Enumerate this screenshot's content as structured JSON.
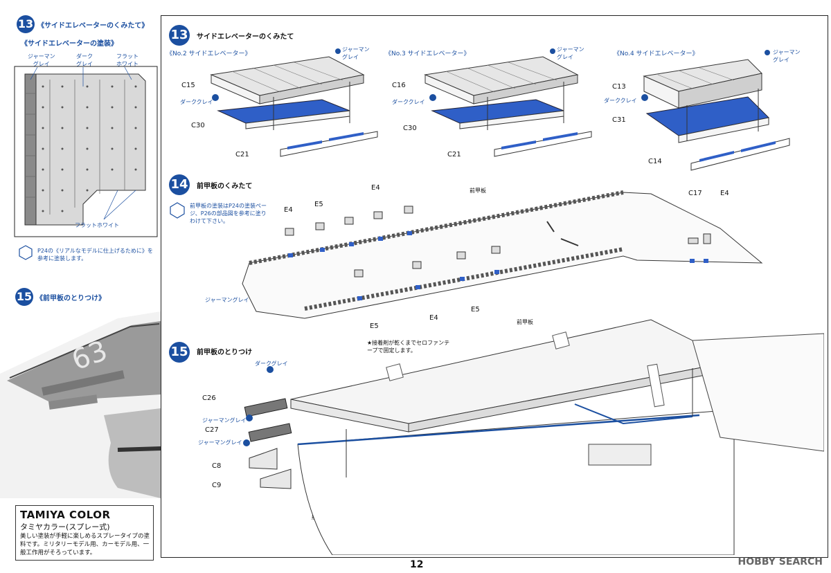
{
  "left_panel": {
    "step13": {
      "num": "13",
      "title": "《サイドエレベーターのくみたて》",
      "paint_title": "《サイドエレベーターの塗装》",
      "label_german_grey": "ジャーマン\nグレイ",
      "label_dark_grey": "ダーク\nグレイ",
      "label_flat_white": "フラット\nホワイト",
      "label_flat_white_bottom": "フラットホワイト",
      "ref_note": "P24の《リアルなモデルに仕上げるために》を参考に塗装します。"
    },
    "step15": {
      "num": "15",
      "title": "《前甲板のとりつけ》"
    }
  },
  "tamiya": {
    "brand": "TAMIYA COLOR",
    "subtitle": "タミヤカラー(スプレー式)",
    "body": "美しい塗装が手軽に楽しめるスプレータイプの塗料です。ミリタリーモデル用、カーモデル用、一般工作用がそろっています。"
  },
  "main": {
    "step13": {
      "num": "13",
      "title": "サイドエレベーターのくみたて",
      "groups": [
        {
          "title": "《No.2 サイドエレベーター》",
          "paint": "ジャーマン\nグレイ",
          "top_part": "C15",
          "dark": "ダーククレイ",
          "middle_part": "C30",
          "bottom_part": "C21"
        },
        {
          "title": "《No.3 サイドエレベーター》",
          "paint": "ジャーマン\nグレイ",
          "top_part": "C16",
          "dark": "ダーククレイ",
          "middle_part": "C30",
          "bottom_part": "C21"
        },
        {
          "title": "《No.4 サイドエレベーター》",
          "paint": "ジャーマン\nグレイ",
          "top_part": "C13",
          "dark": "ダーククレイ",
          "middle_part": "C31",
          "bottom_part": "C14"
        }
      ]
    },
    "step14": {
      "num": "14",
      "title": "前甲板のくみたて",
      "note": "前甲板の塗装はP24の塗装ページ、P26の部品図を参考に塗りわけて下さい。",
      "deck_label": "前甲板",
      "german_grey": "ジャーマングレイ",
      "parts": [
        "E4",
        "E5",
        "E4",
        "C17",
        "E4",
        "E5",
        "E4",
        "E5"
      ]
    },
    "step15": {
      "num": "15",
      "title": "前甲板のとりつけ",
      "dark_grey": "ダークグレイ",
      "tape_note": "★接着剤が乾くまでセロファンテープで固定します。",
      "deck_label": "前甲板",
      "hull_label": "船体",
      "german_grey": "ジャーマングレイ",
      "parts": [
        "C26",
        "C27",
        "C8",
        "C9"
      ]
    }
  },
  "footer": {
    "page": "12",
    "watermark": "HOBBY SEARCH"
  }
}
